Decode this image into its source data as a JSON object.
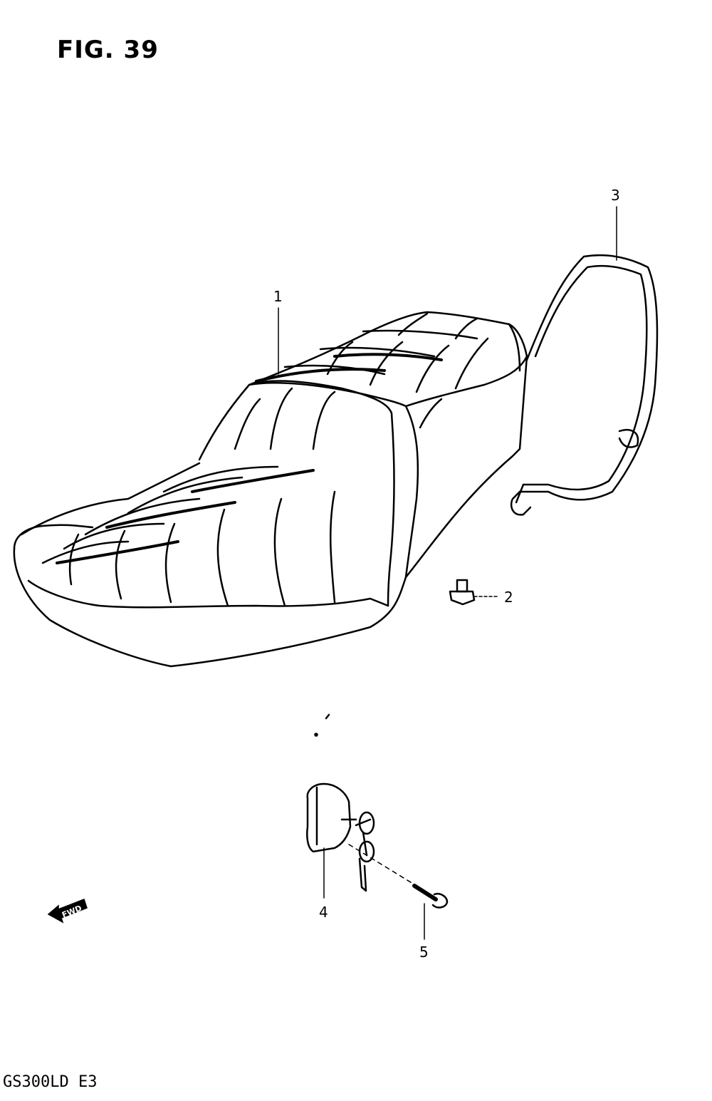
{
  "figure": {
    "title": "FIG. 39",
    "model_code": "GS300LD E3",
    "fwd_arrow_label": "FWD"
  },
  "callouts": [
    {
      "number": "1",
      "part_icon": "seat-icon"
    },
    {
      "number": "2",
      "part_icon": "bolt-icon"
    },
    {
      "number": "3",
      "part_icon": "grab-rail-icon"
    },
    {
      "number": "4",
      "part_icon": "seat-lock-with-keys-icon"
    },
    {
      "number": "5",
      "part_icon": "lock-screw-icon"
    }
  ],
  "colors": {
    "ink": "#000000",
    "paper": "#ffffff"
  }
}
